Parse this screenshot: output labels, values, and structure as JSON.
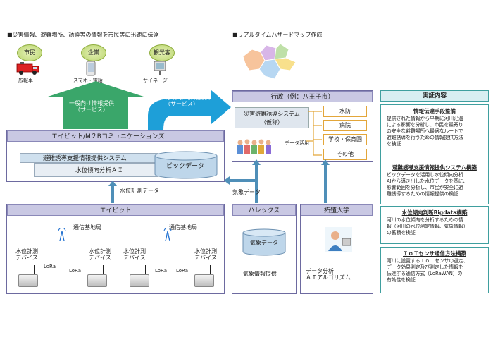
{
  "top_left": {
    "title": "■災害情報、避難場所、誘導等の情報を市民等に迅速に伝達"
  },
  "recipients": [
    {
      "label": "市民",
      "device": "広報車"
    },
    {
      "label": "企業",
      "device": "スマホ・電話"
    },
    {
      "label": "観光客",
      "device": "サイネージ"
    }
  ],
  "top_right": {
    "title": "■リアルタイムハザードマップ作成"
  },
  "arrows": {
    "public_service": "一般向け情報提供\n（サービス）",
    "admin_service": "行政向け情報提供\n（サービス）",
    "water_data": "水位計測データ",
    "weather_data": "気象データ",
    "data_use": "データ活用"
  },
  "admin": {
    "title": "行政（例：八王子市）",
    "system": "災害避難誘導システム\n（仮称）",
    "targets": [
      "水防",
      "病院",
      "学校・保育園",
      "その他"
    ]
  },
  "m2b": {
    "title": "エイビット/M２Bコミュニケーションズ",
    "system": "避難誘導支援情報提供システム",
    "ai": "水位傾向分析ＡＩ",
    "bigdata": "ビックデータ"
  },
  "abit": {
    "title": "エイビット",
    "base_station": "通信基地局",
    "device": "水位計測\nデバイス",
    "lora": "LoRa"
  },
  "halex": {
    "title": "ハレックス",
    "db": "気象データ",
    "caption": "気象情報提供"
  },
  "takushoku": {
    "title": "拓殖大学",
    "caption": "データ分析\nＡＩアルゴリズム"
  },
  "jissho": {
    "title": "実証内容",
    "items": [
      {
        "title": "情報伝達手段整備",
        "body": "提供された情報から早期に河川氾濫\nによる影響を分析し、市民を最寄り\nの安全な避難場所へ最適なルートで\n避難誘導を行うための情報提供方法\nを検証"
      },
      {
        "title": "避難誘導支援情報提供システム構築",
        "body": "ビックデータを活用し水位傾向分析\nAIから導き出した水位データを基に、\n影響範囲を分析し、市民が安全に避\n難誘導するための情報提供の検証"
      },
      {
        "title": "水位傾向判断Bigdata構築",
        "body": "河川の水位傾向を分析するための情\n報（河川の水位測定情報、気象情報）\nの蓄積を検証"
      },
      {
        "title": "ＩｏＴセンサ通信方法構築",
        "body": "河川に設置するＩｏＴセンサの選定、\nデータ効果測定及び測定した情報を\n伝達する通信方式（LoRaWAN）の\n有効性を検証"
      }
    ]
  },
  "colors": {
    "green_arrow": "#3aa66a",
    "blue_arrow": "#1e9fd8",
    "panel_border": "#6d6aa0",
    "header_fill": "#c9c8e3",
    "teal_border": "#3f9f9f"
  }
}
